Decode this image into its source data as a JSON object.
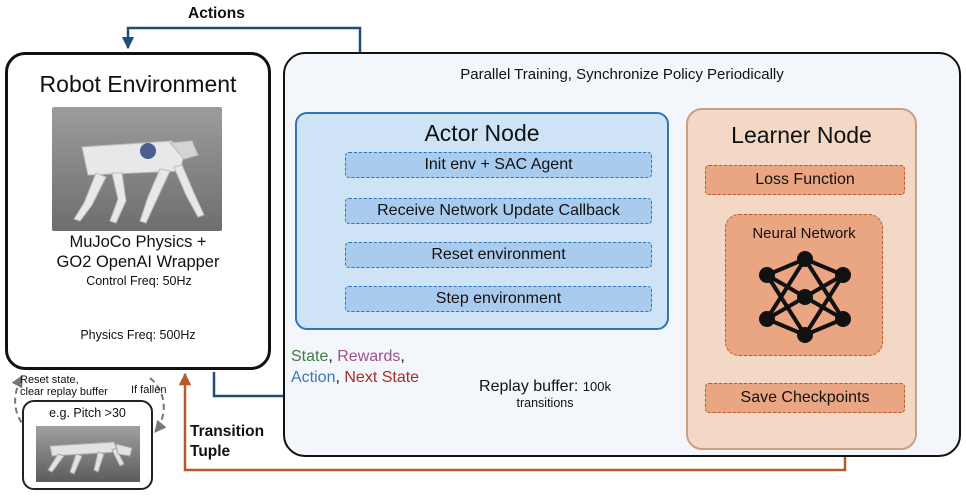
{
  "actions_label": "Actions",
  "robot_env": {
    "title": "Robot Environment",
    "physics_line1": "MuJoCo Physics +",
    "physics_line2": "GO2 OpenAI Wrapper",
    "control_freq": "Control Freq: 50Hz",
    "physics_freq": "Physics Freq: 500Hz"
  },
  "reset": {
    "line1": "Reset state,",
    "line2": "clear replay buffer",
    "if_fallen": "If fallen",
    "example": "e.g. Pitch >30"
  },
  "transition_tuple": {
    "line1": "Transition",
    "line2": "Tuple"
  },
  "parallel_title": "Parallel Training, Synchronize Policy Periodically",
  "actor": {
    "title": "Actor Node",
    "steps": [
      "Init env + SAC Agent",
      "Receive Network Update Callback",
      "Reset environment",
      "Step environment"
    ]
  },
  "learner": {
    "title": "Learner Node",
    "loss": "Loss Function",
    "nn": "Neural Network",
    "save": "Save Checkpoints"
  },
  "tuple_words": {
    "state": "State",
    "sep1": ", ",
    "rewards": "Rewards",
    "sep2": ",",
    "action": "Action",
    "sep3": ", ",
    "next_state": "Next State"
  },
  "replay": {
    "main": "Replay buffer: ",
    "size": "100k",
    "line2": "transitions"
  },
  "colors": {
    "state": "#3f7c3f",
    "rewards": "#a0508a",
    "action": "#3b78b5",
    "next_state": "#a1302a",
    "actor_fill": "#cfe3f6",
    "actor_border": "#2f75b5",
    "learner_fill": "#f3d8c6",
    "learner_box": "#eaa683",
    "orange_line": "#b65a2a",
    "control_bracket": "#7a1f6d",
    "physics_bracket": "#c0622d"
  }
}
